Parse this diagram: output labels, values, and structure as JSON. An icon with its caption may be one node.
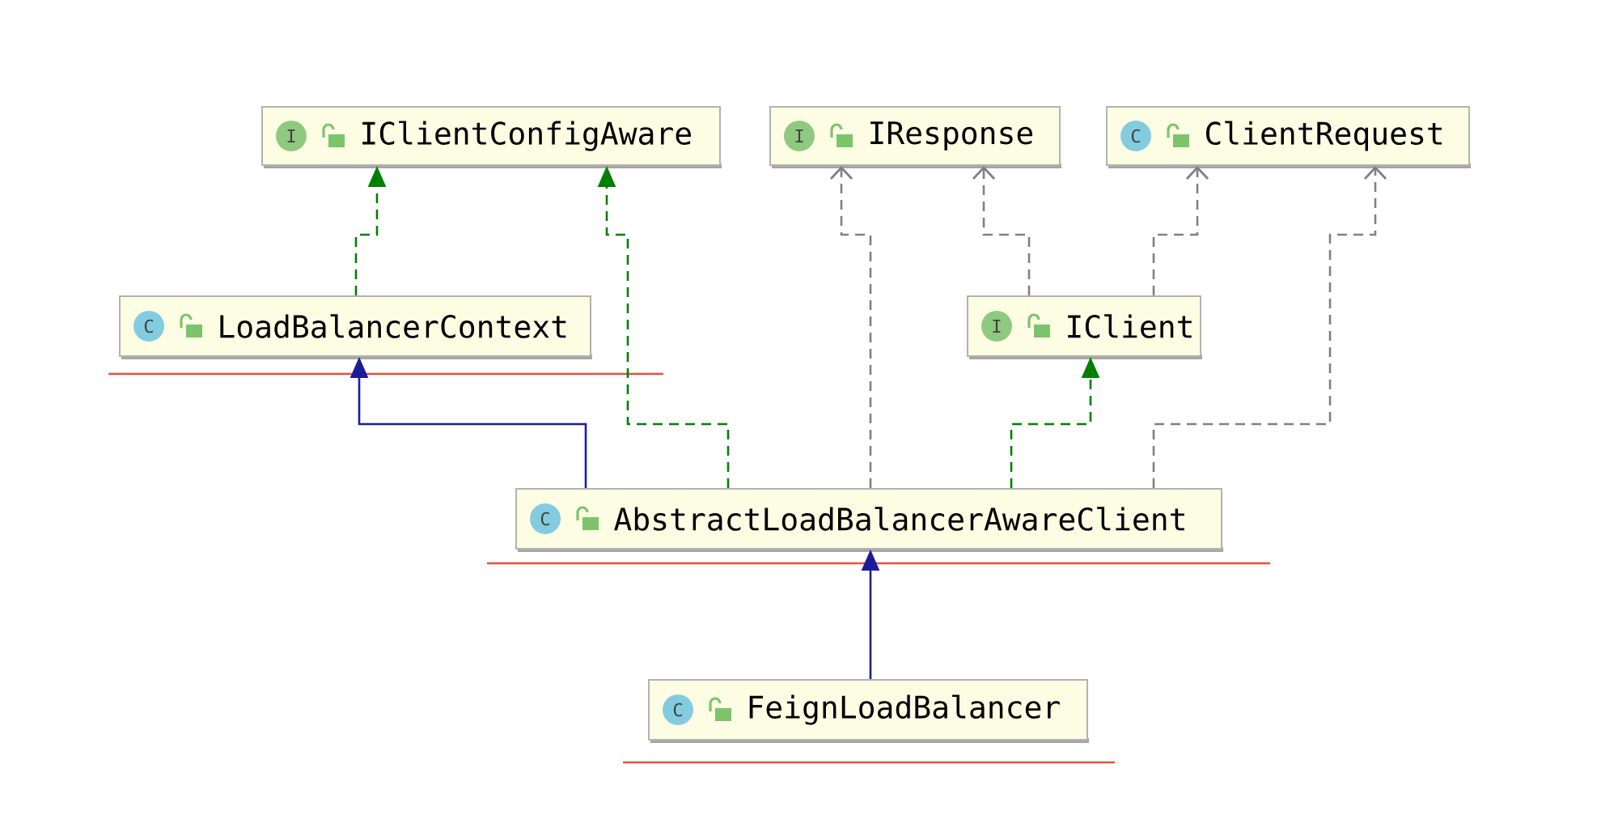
{
  "diagram": {
    "nodes": [
      {
        "text": [
          "I",
          "IClientConfigAware"
        ]
      },
      {
        "text": [
          "I",
          "IResponse"
        ]
      },
      {
        "text": [
          "C",
          "ClientRequest"
        ]
      },
      {
        "text": [
          "C",
          "LoadBalancerContext"
        ]
      },
      {
        "text": [
          "I",
          "IClient"
        ]
      },
      {
        "text": [
          "C",
          "AbstractLoadBalancerAwareClient"
        ]
      },
      {
        "text": [
          "C",
          "FeignLoadBalancer"
        ]
      }
    ],
    "edges": [
      {
        "from": 3,
        "to": 0,
        "arrow": "to",
        "style": "dashed",
        "color": "#008000"
      },
      {
        "from": 5,
        "to": 0,
        "arrow": "to",
        "style": "dashed",
        "color": "#008000"
      },
      {
        "from": 5,
        "to": 1,
        "arrow": "to",
        "style": "dashed",
        "color": "#808080"
      },
      {
        "from": 4,
        "to": 1,
        "arrow": "to",
        "style": "dashed",
        "color": "#808080"
      },
      {
        "from": 4,
        "to": 2,
        "arrow": "to",
        "style": "dashed",
        "color": "#808080"
      },
      {
        "from": 5,
        "to": 2,
        "arrow": "to",
        "style": "dashed",
        "color": "#808080"
      },
      {
        "from": 5,
        "to": 3,
        "arrow": "to",
        "color": "#1c1c9a"
      },
      {
        "from": 5,
        "to": 4,
        "arrow": "to",
        "style": "dashed",
        "color": "#008000"
      },
      {
        "from": 6,
        "to": 5,
        "arrow": "to",
        "color": "#1c1c9a"
      }
    ]
  }
}
